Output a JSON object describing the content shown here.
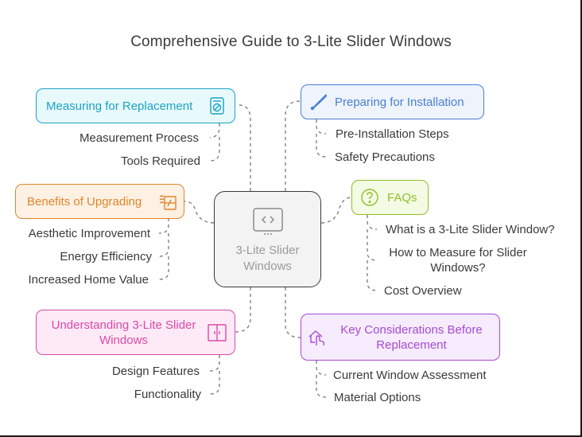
{
  "title": "Comprehensive Guide to 3-Lite Slider Windows",
  "center": {
    "label": "3-Lite Slider Windows",
    "icon": "window-slider-icon"
  },
  "branches": {
    "measuring": {
      "label": "Measuring for Replacement",
      "icon": "measuring-device-icon",
      "color": "#1aa3c4",
      "fill": "#e8f9fc",
      "children": [
        "Measurement Process",
        "Tools Required"
      ]
    },
    "preparing": {
      "label": "Preparing for Installation",
      "icon": "screwdriver-icon",
      "color": "#4a7fd4",
      "fill": "#eef3fc",
      "children": [
        "Pre-Installation Steps",
        "Safety Precautions"
      ]
    },
    "benefits": {
      "label": "Benefits of Upgrading",
      "icon": "window-shine-icon",
      "color": "#e0862a",
      "fill": "#fdf1e4",
      "children": [
        "Aesthetic Improvement",
        "Energy Efficiency",
        "Increased Home Value"
      ]
    },
    "faqs": {
      "label": "FAQs",
      "icon": "question-icon",
      "color": "#8fbf2a",
      "fill": "#f4fbe4",
      "children": [
        "What is a 3-Lite Slider Window?",
        "How to Measure for Slider Windows?",
        "Cost Overview"
      ]
    },
    "understanding": {
      "label": "Understanding 3-Lite Slider Windows",
      "icon": "slider-door-icon",
      "color": "#d94aa8",
      "fill": "#fdeaf6",
      "children": [
        "Design Features",
        "Functionality"
      ]
    },
    "considerations": {
      "label": "Key Considerations Before Replacement",
      "icon": "house-hand-icon",
      "color": "#a64ad4",
      "fill": "#f6ecfd",
      "children": [
        "Current Window Assessment",
        "Material Options"
      ]
    }
  }
}
